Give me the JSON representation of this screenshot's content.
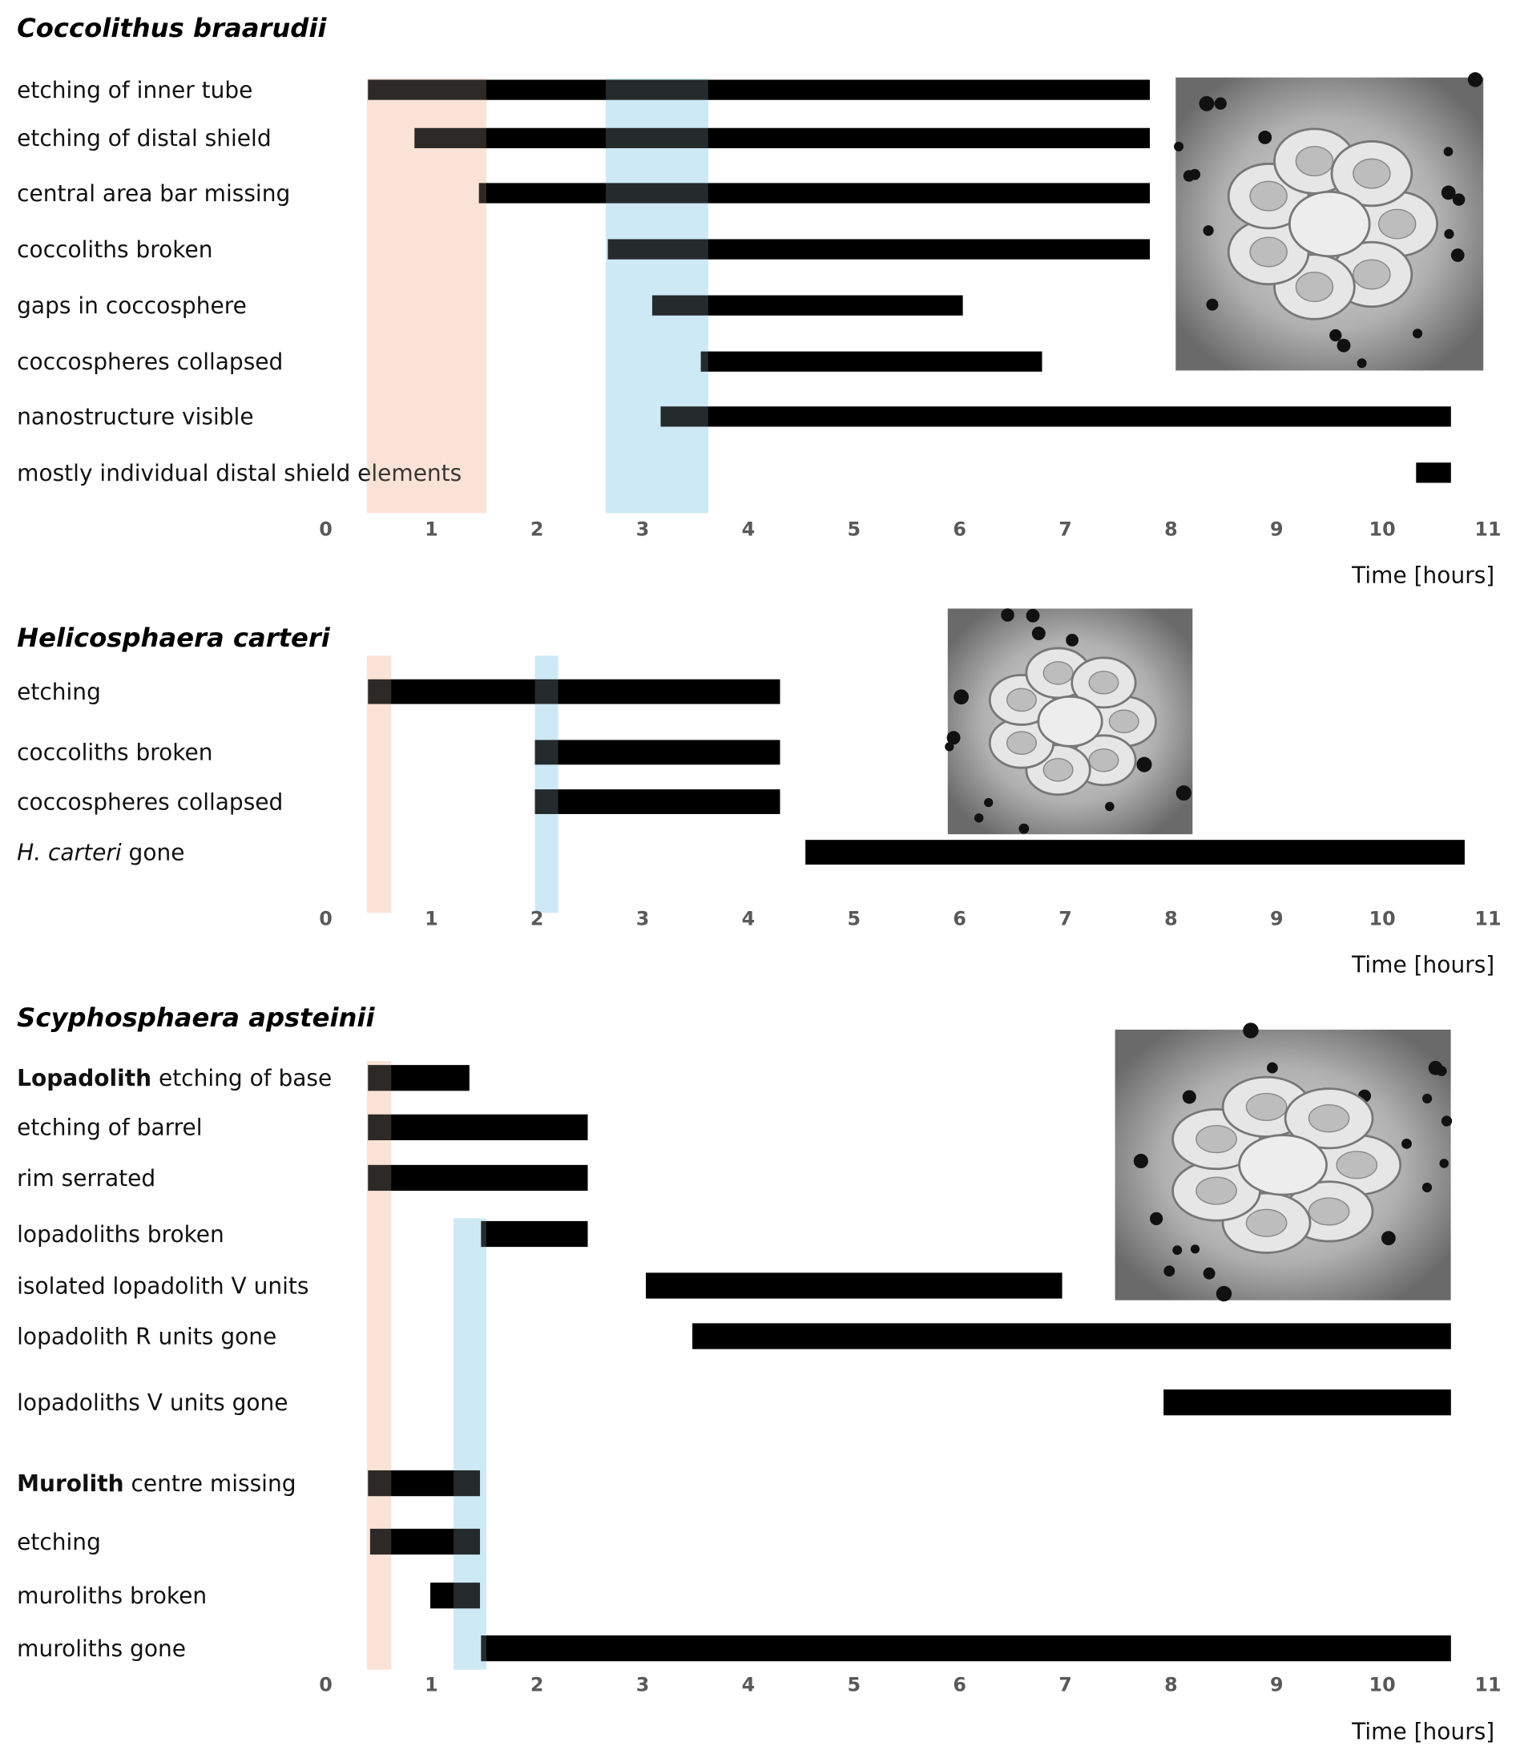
{
  "colors": {
    "bar": "#000000",
    "shade_orange": "#fbe3d6",
    "shade_blue": "#cdeaf6"
  },
  "chart_data": [
    {
      "type": "gantt",
      "title": "Coccolithus braarudii",
      "xlabel": "Time [hours]",
      "xlim": [
        0,
        11
      ],
      "ticks": [
        "0",
        "1",
        "2",
        "3",
        "4",
        "5",
        "6",
        "7",
        "8",
        "9",
        "10",
        "11"
      ],
      "shading": [
        {
          "color": "orange",
          "start": 0.39,
          "end": 1.52
        },
        {
          "color": "blue",
          "start": 2.65,
          "end": 3.62
        }
      ],
      "rows": [
        {
          "text": "etching of inner tube",
          "start": 0.4,
          "end": 7.8
        },
        {
          "text": "etching of distal shield",
          "start": 0.84,
          "end": 7.8
        },
        {
          "text": "central area bar missing",
          "start": 1.45,
          "end": 7.8
        },
        {
          "text": "coccoliths broken",
          "start": 2.67,
          "end": 7.8
        },
        {
          "text": "gaps in coccosphere",
          "start": 3.09,
          "end": 6.03
        },
        {
          "text": "coccospheres collapsed",
          "start": 3.55,
          "end": 6.78
        },
        {
          "text": "nanostructure visible",
          "start": 3.17,
          "end": 10.65
        },
        {
          "text": "mostly individual distal shield elements",
          "start": 10.32,
          "end": 10.65
        }
      ]
    },
    {
      "type": "gantt",
      "title": "Helicosphaera carteri",
      "xlabel": "Time [hours]",
      "xlim": [
        0,
        11
      ],
      "ticks": [
        "0",
        "1",
        "2",
        "3",
        "4",
        "5",
        "6",
        "7",
        "8",
        "9",
        "10",
        "11"
      ],
      "shading": [
        {
          "color": "orange",
          "start": 0.39,
          "end": 0.62
        },
        {
          "color": "blue",
          "start": 1.98,
          "end": 2.2
        }
      ],
      "rows": [
        {
          "text": "etching",
          "start": 0.4,
          "end": 4.3
        },
        {
          "text": "coccoliths broken",
          "start": 1.98,
          "end": 4.3
        },
        {
          "text": "coccospheres collapsed",
          "start": 1.98,
          "end": 4.3
        },
        {
          "italic": "H. carteri",
          "text": " gone",
          "start": 4.54,
          "end": 10.78
        }
      ]
    },
    {
      "type": "gantt",
      "title": "Scyphosphaera apsteinii",
      "xlabel": "Time [hours]",
      "xlim": [
        0,
        11
      ],
      "ticks": [
        "0",
        "1",
        "2",
        "3",
        "4",
        "5",
        "6",
        "7",
        "8",
        "9",
        "10",
        "11"
      ],
      "shading": [
        {
          "color": "orange",
          "start": 0.39,
          "end": 0.62
        },
        {
          "color": "blue",
          "start": 1.21,
          "end": 1.52
        }
      ],
      "rows": [
        {
          "bold": "Lopadolith",
          "text": " etching of base",
          "start": 0.4,
          "end": 1.36
        },
        {
          "text": "etching of barrel",
          "start": 0.4,
          "end": 2.48
        },
        {
          "text": "rim serrated",
          "start": 0.4,
          "end": 2.48
        },
        {
          "text": "lopadoliths broken",
          "start": 1.47,
          "end": 2.48
        },
        {
          "text": "isolated lopadolith V units",
          "start": 3.03,
          "end": 6.97
        },
        {
          "text": "lopadolith R units gone",
          "start": 3.47,
          "end": 10.65
        },
        {
          "text": "lopadoliths V units gone",
          "start": 7.93,
          "end": 10.65
        },
        {
          "bold": "Murolith",
          "text": " centre missing",
          "start": 0.4,
          "end": 1.46
        },
        {
          "text": "etching",
          "start": 0.42,
          "end": 1.46
        },
        {
          "text": "muroliths broken",
          "start": 0.99,
          "end": 1.46
        },
        {
          "text": "muroliths gone",
          "start": 1.47,
          "end": 10.65
        }
      ]
    }
  ]
}
